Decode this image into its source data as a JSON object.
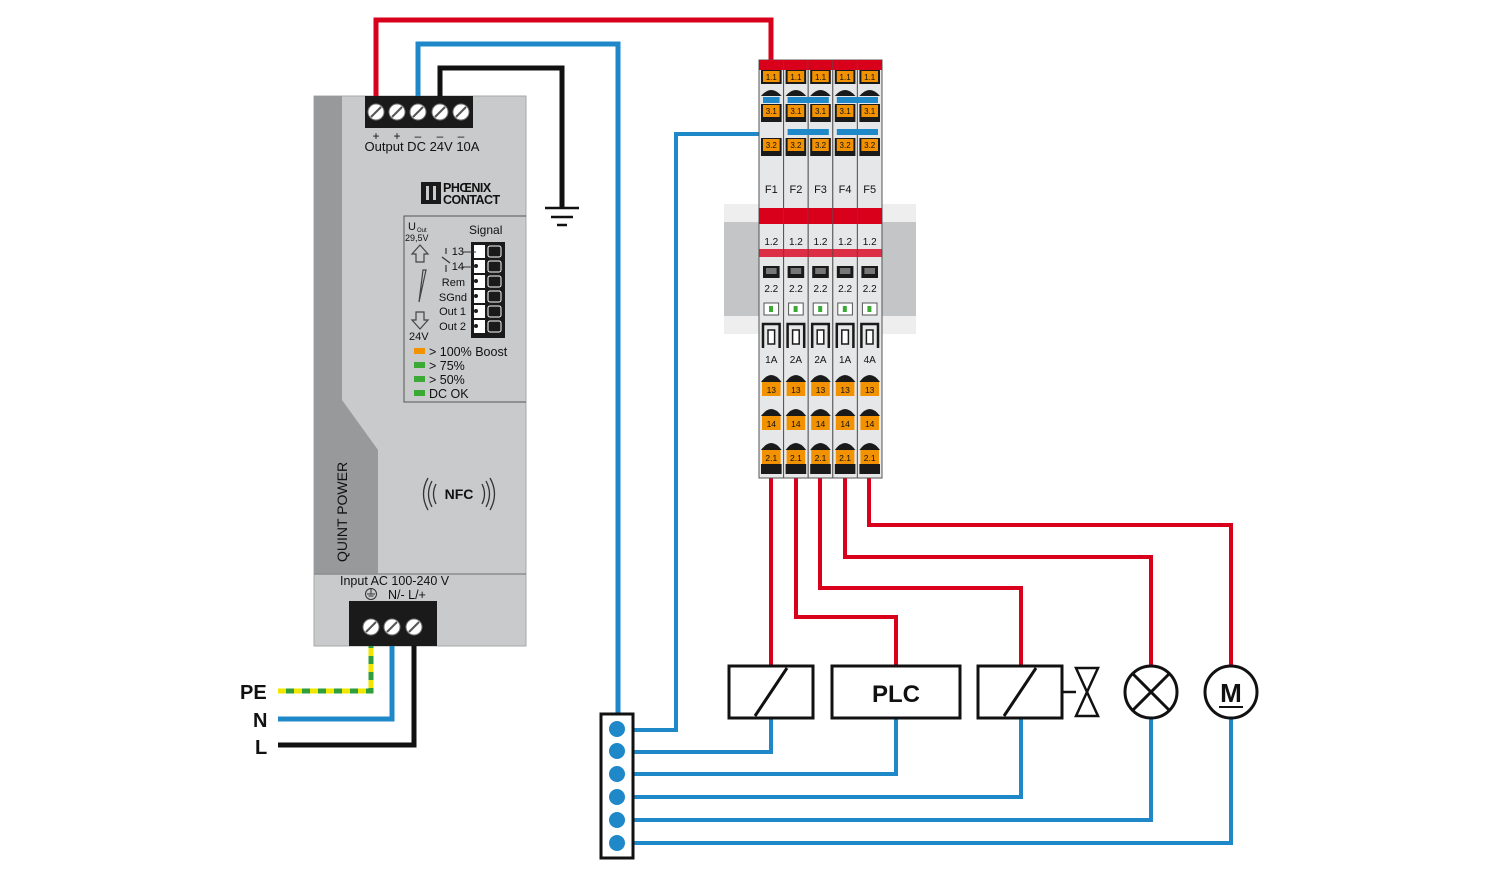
{
  "psu": {
    "output_polarity": [
      "+",
      "+",
      "–",
      "–",
      "–"
    ],
    "output_label": "Output DC 24V 10A",
    "brand_top": "PHŒNIX",
    "brand_bottom": "CONTACT",
    "uout_label": "U",
    "uout_sub": "Out",
    "uout_value": "29,5V",
    "signal_title": "Signal",
    "signal_rows": [
      "13",
      "14",
      "Rem",
      "SGnd",
      "Out 1",
      "Out 2"
    ],
    "min_voltage": "24V",
    "leds": [
      {
        "text": "> 100% Boost",
        "color": "#f39200"
      },
      {
        "text": "> 75%",
        "color": "#3aaa35"
      },
      {
        "text": "> 50%",
        "color": "#3aaa35"
      },
      {
        "text": "DC OK",
        "color": "#3aaa35"
      }
    ],
    "nfc": "NFC",
    "side_label": "QUINT POWER",
    "input_label": "Input AC 100-240 V",
    "input_terminals": "N/- L/+"
  },
  "mains": [
    "PE",
    "N",
    "L"
  ],
  "breakers": {
    "names": [
      "F1",
      "F2",
      "F3",
      "F4",
      "F5"
    ],
    "ratings": [
      "1A",
      "2A",
      "2A",
      "1A",
      "4A"
    ],
    "t11": "1.1",
    "t31": "3.1",
    "t32": "3.2",
    "t12": "1.2",
    "t22": "2.2",
    "t13": "13",
    "t14": "14",
    "t21": "2.1"
  },
  "loads": {
    "plc": "PLC",
    "motor": "M"
  },
  "colors": {
    "red": "#d9001b",
    "blue": "#1e88c8",
    "black": "#111111",
    "pe_green": "#2e9e3e",
    "pe_yellow": "#f2e500",
    "housing": "#c9cacb",
    "housing_dark": "#97999b",
    "orange": "#f39200"
  }
}
